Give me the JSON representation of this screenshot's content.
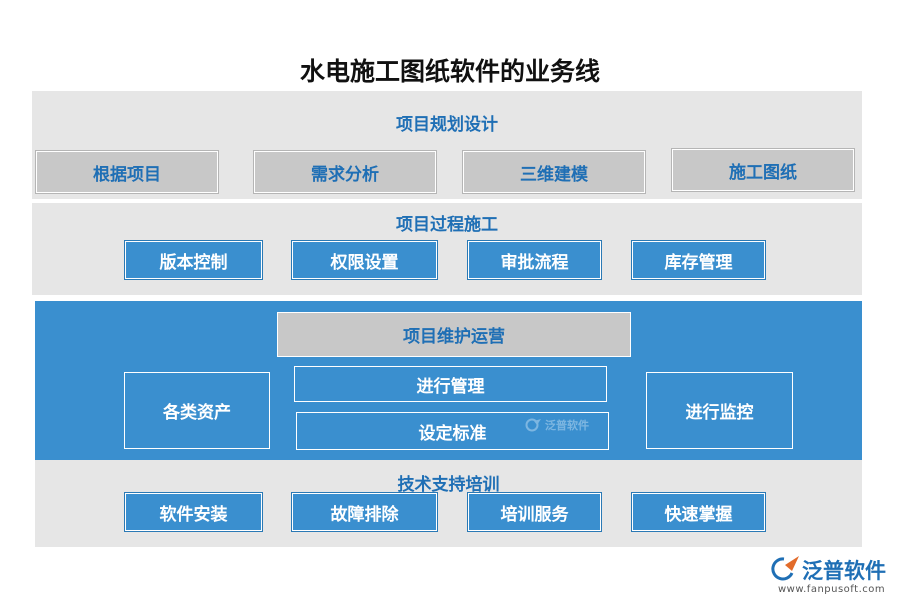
{
  "title": "水电施工图纸软件的业务线",
  "sections": {
    "planning": {
      "title": "项目规划设计",
      "items": [
        "根据项目",
        "需求分析",
        "三维建模",
        "施工图纸"
      ]
    },
    "process": {
      "title": "项目过程施工",
      "items": [
        "版本控制",
        "权限设置",
        "审批流程",
        "库存管理"
      ]
    },
    "maintenance": {
      "title": "项目维护运营",
      "left": "各类资产",
      "center": [
        "进行管理",
        "设定标准"
      ],
      "right": "进行监控",
      "watermark": "泛普软件"
    },
    "support": {
      "title": "技术支持培训",
      "items": [
        "软件安装",
        "故障排除",
        "培训服务",
        "快速掌握"
      ]
    }
  },
  "logo": {
    "name": "泛普软件",
    "url": "www.fanpusoft.com"
  },
  "colors": {
    "band_gray": "#e6e6e6",
    "band_blue": "#3a8fcf",
    "accent_text": "#1f6fb5",
    "box_gray": "#c8c8c8"
  }
}
